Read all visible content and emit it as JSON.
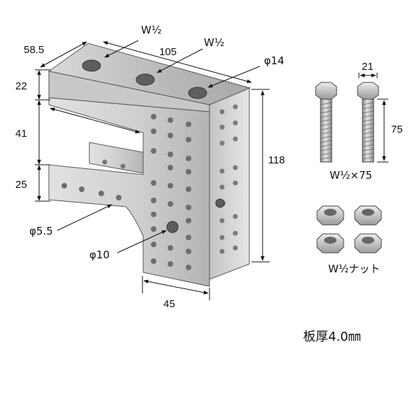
{
  "dimensions": {
    "depth": "58.5",
    "length": "105",
    "top_height": "22",
    "slot_gap": "41",
    "lower_height": "25",
    "total_height": "118",
    "tab_width": "45",
    "bolt_length": "75",
    "bolt_diameter": "21"
  },
  "callouts": {
    "bolt_hole_1": "W½",
    "bolt_hole_2": "W½",
    "hole_14": "φ14",
    "hole_5_5": "φ5.5",
    "hole_10": "φ10"
  },
  "parts": {
    "bolt_caption": "W½×75",
    "nut_caption": "W½ナット"
  },
  "plate_thickness": "板厚4.0㎜"
}
